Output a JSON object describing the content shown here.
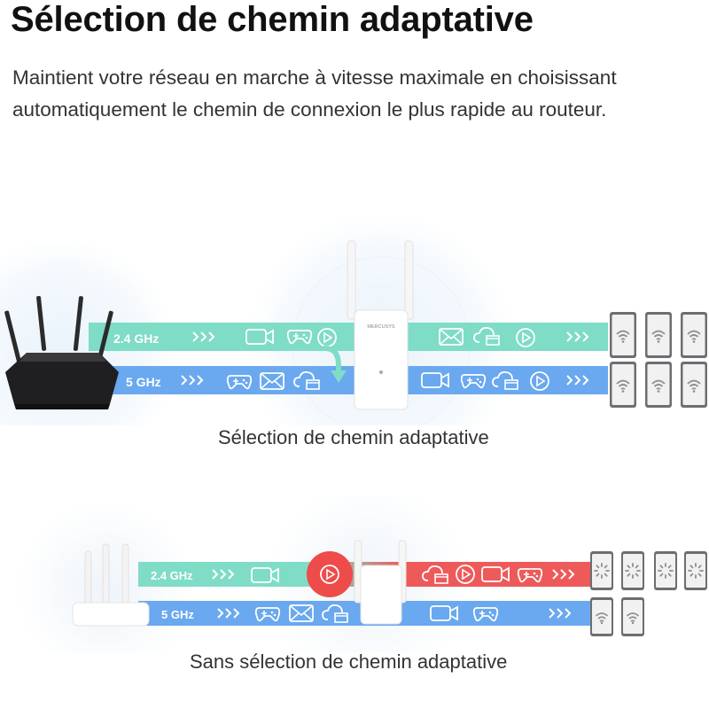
{
  "header": {
    "title": "Sélection de chemin adaptative",
    "description": "Maintient votre réseau en marche à vitesse maximale en choisissant automatiquement le chemin de connexion le plus rapide au routeur."
  },
  "top_diagram": {
    "band_24": "2.4 GHz",
    "band_5": "5 GHz",
    "extender_brand": "MERCUSYS",
    "caption": "Sélection de chemin adaptative"
  },
  "bottom_diagram": {
    "band_24": "2.4 GHz",
    "band_5": "5 GHz",
    "caption": "Sans sélection de chemin adaptative"
  },
  "colors": {
    "band_24": "#7fdcc6",
    "band_5": "#6aa8ef",
    "band_24_fail": "#ee5a5a",
    "icon_stroke": "#ffffff"
  },
  "icons": [
    "camera-icon",
    "gamepad-icon",
    "play-icon",
    "mail-icon",
    "cloud-folder-icon",
    "wifi-icon",
    "loading-icon",
    "chevrons-icon"
  ]
}
